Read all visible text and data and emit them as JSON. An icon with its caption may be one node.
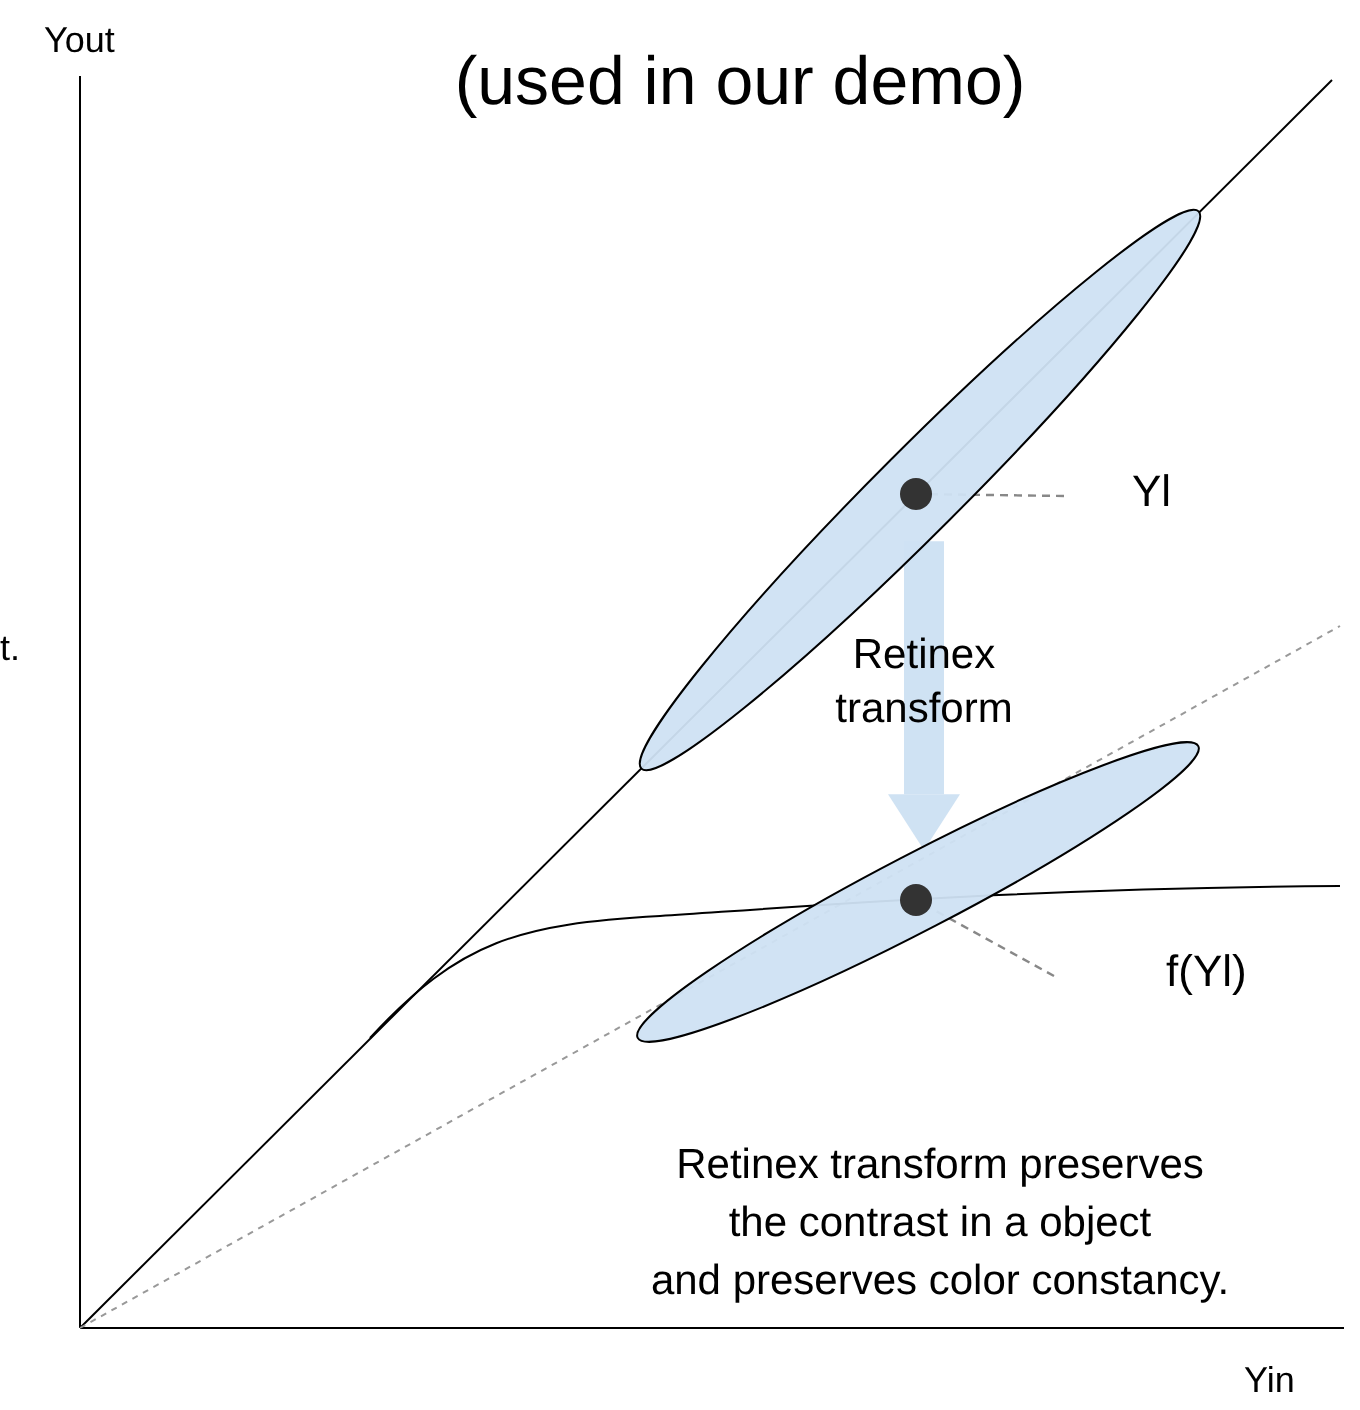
{
  "diagram": {
    "nodes": [
      {
        "text": [],
        "shape": "ellipse"
      },
      {
        "text": [],
        "shape": "circle",
        "in": 0
      },
      {
        "text": [
          "Yl"
        ]
      },
      {
        "text": [],
        "shape": "ellipse"
      },
      {
        "text": [],
        "shape": "circle",
        "in": 3
      },
      {
        "text": [
          "f(Yl)"
        ]
      }
    ],
    "edges": [
      {
        "from": 2,
        "to": 1,
        "arrow": "none",
        "style": "dashed",
        "color": "#888888"
      },
      {
        "from": 0,
        "to": 3,
        "arrow": "to",
        "label": "Retinex transform",
        "style": "thick",
        "color": "#cfe2f3"
      },
      {
        "from": 5,
        "to": 4,
        "arrow": "none",
        "style": "dashed",
        "color": "#888888"
      }
    ],
    "labels": [
      "(used in our demo)",
      "Yout",
      "t.",
      "Yin",
      "Retinex transform preserves the contrast in a object and preserves color constancy."
    ]
  }
}
